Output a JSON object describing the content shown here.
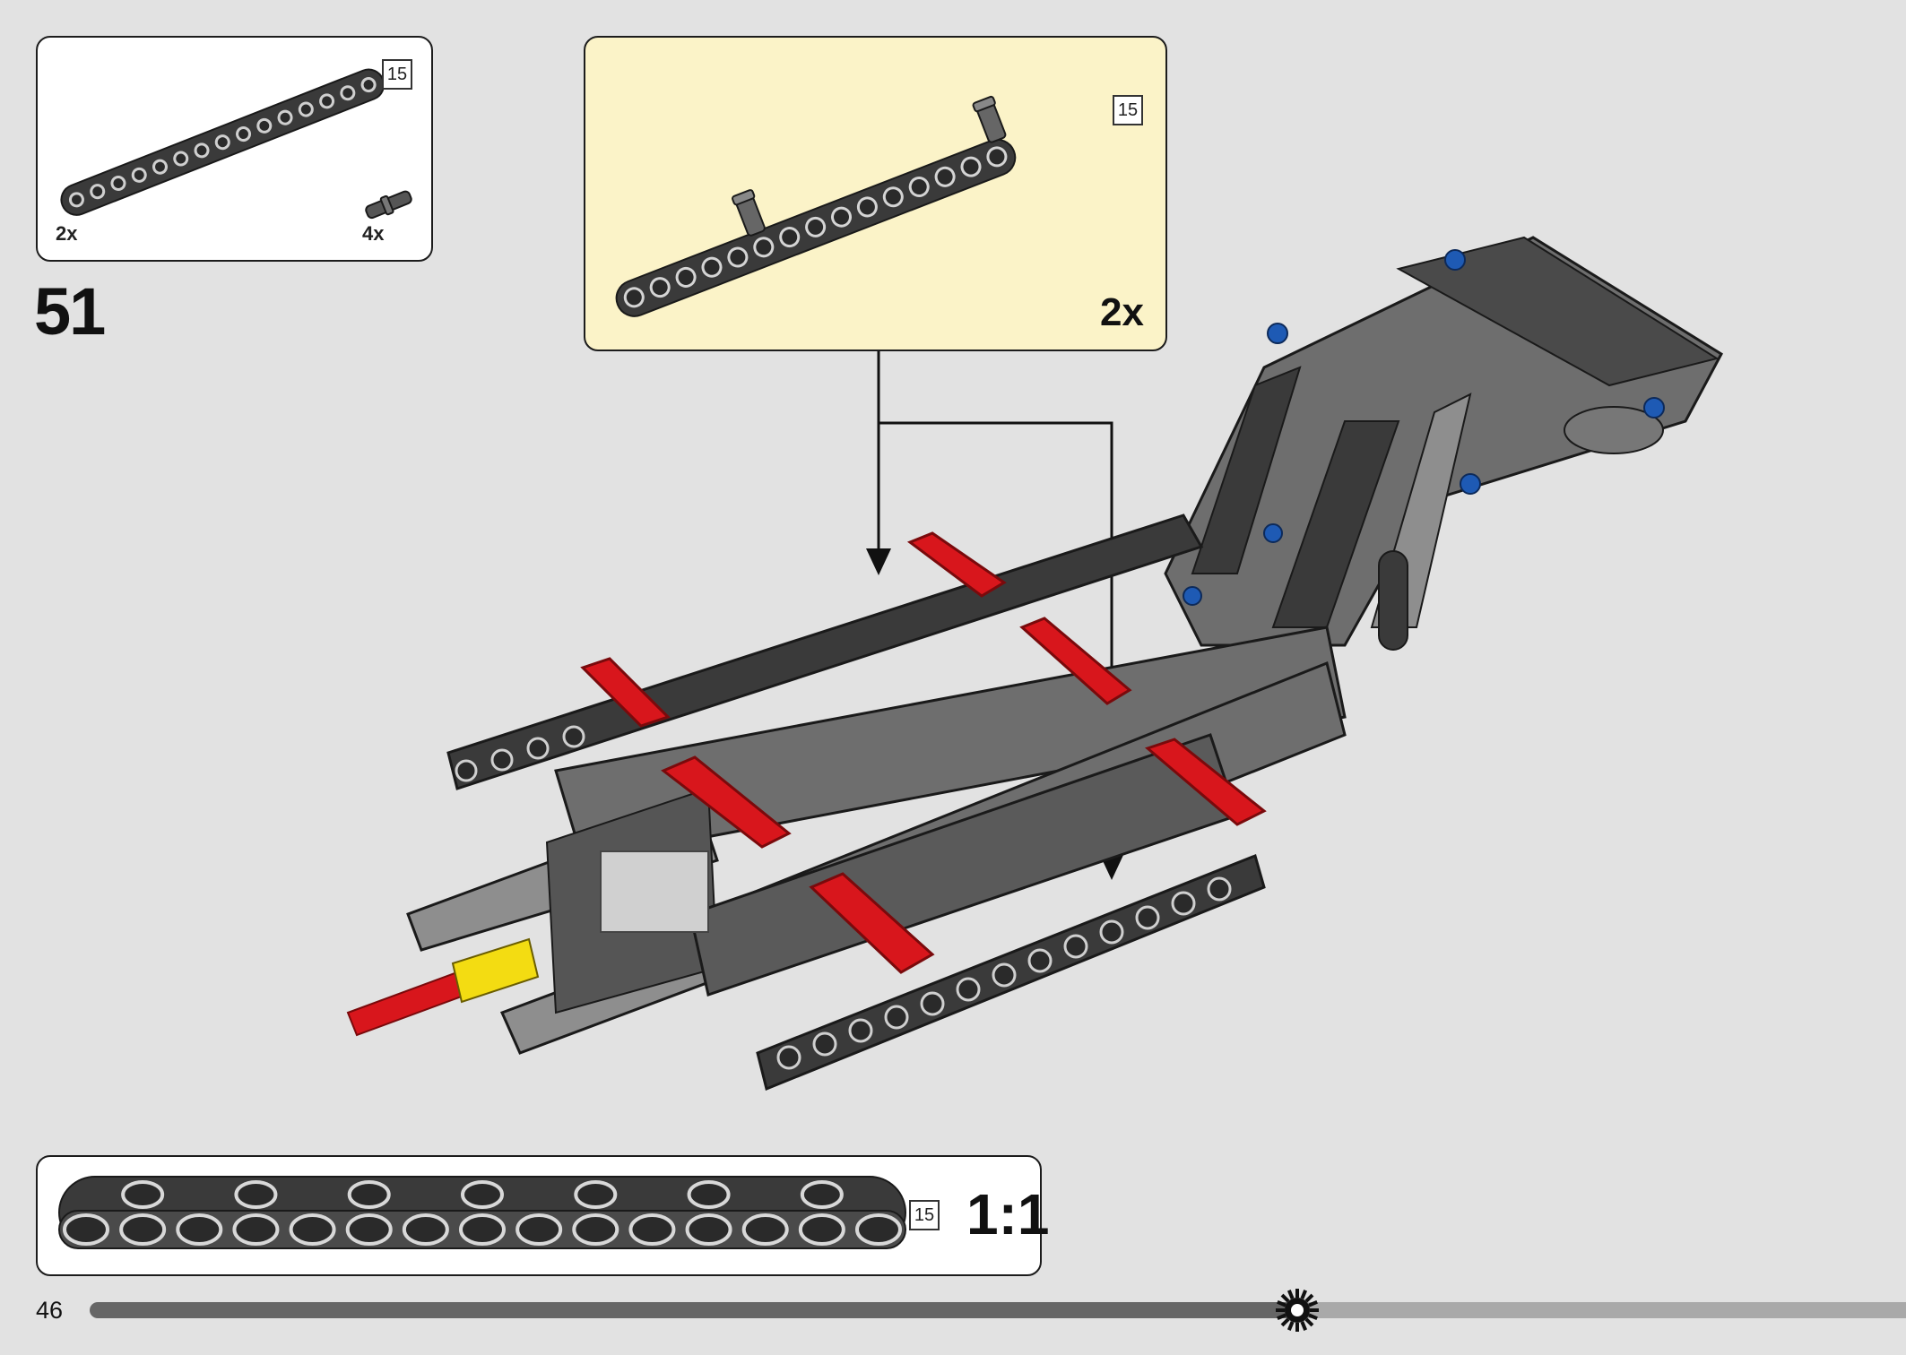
{
  "step": {
    "number": "51"
  },
  "parts_list": {
    "items": [
      {
        "part": "15-module liftarm",
        "icon": "beam-icon",
        "length": "15",
        "quantity": "2x"
      },
      {
        "part": "connector peg",
        "icon": "pin-icon",
        "quantity": "4x"
      }
    ]
  },
  "submodel": {
    "length": "15",
    "quantity": "2x"
  },
  "ruler": {
    "length": "15",
    "scale": "1:1"
  },
  "footer": {
    "page_number": "46",
    "progress": 0.665
  },
  "colors": {
    "beam_dark": "#3a3a3a",
    "beam_light": "#8e8e8e",
    "accent_red": "#d8161c",
    "pin_blue": "#1e5ab4",
    "axle_yellow": "#f3dc12",
    "callout_bg": "#fbf3c8"
  }
}
